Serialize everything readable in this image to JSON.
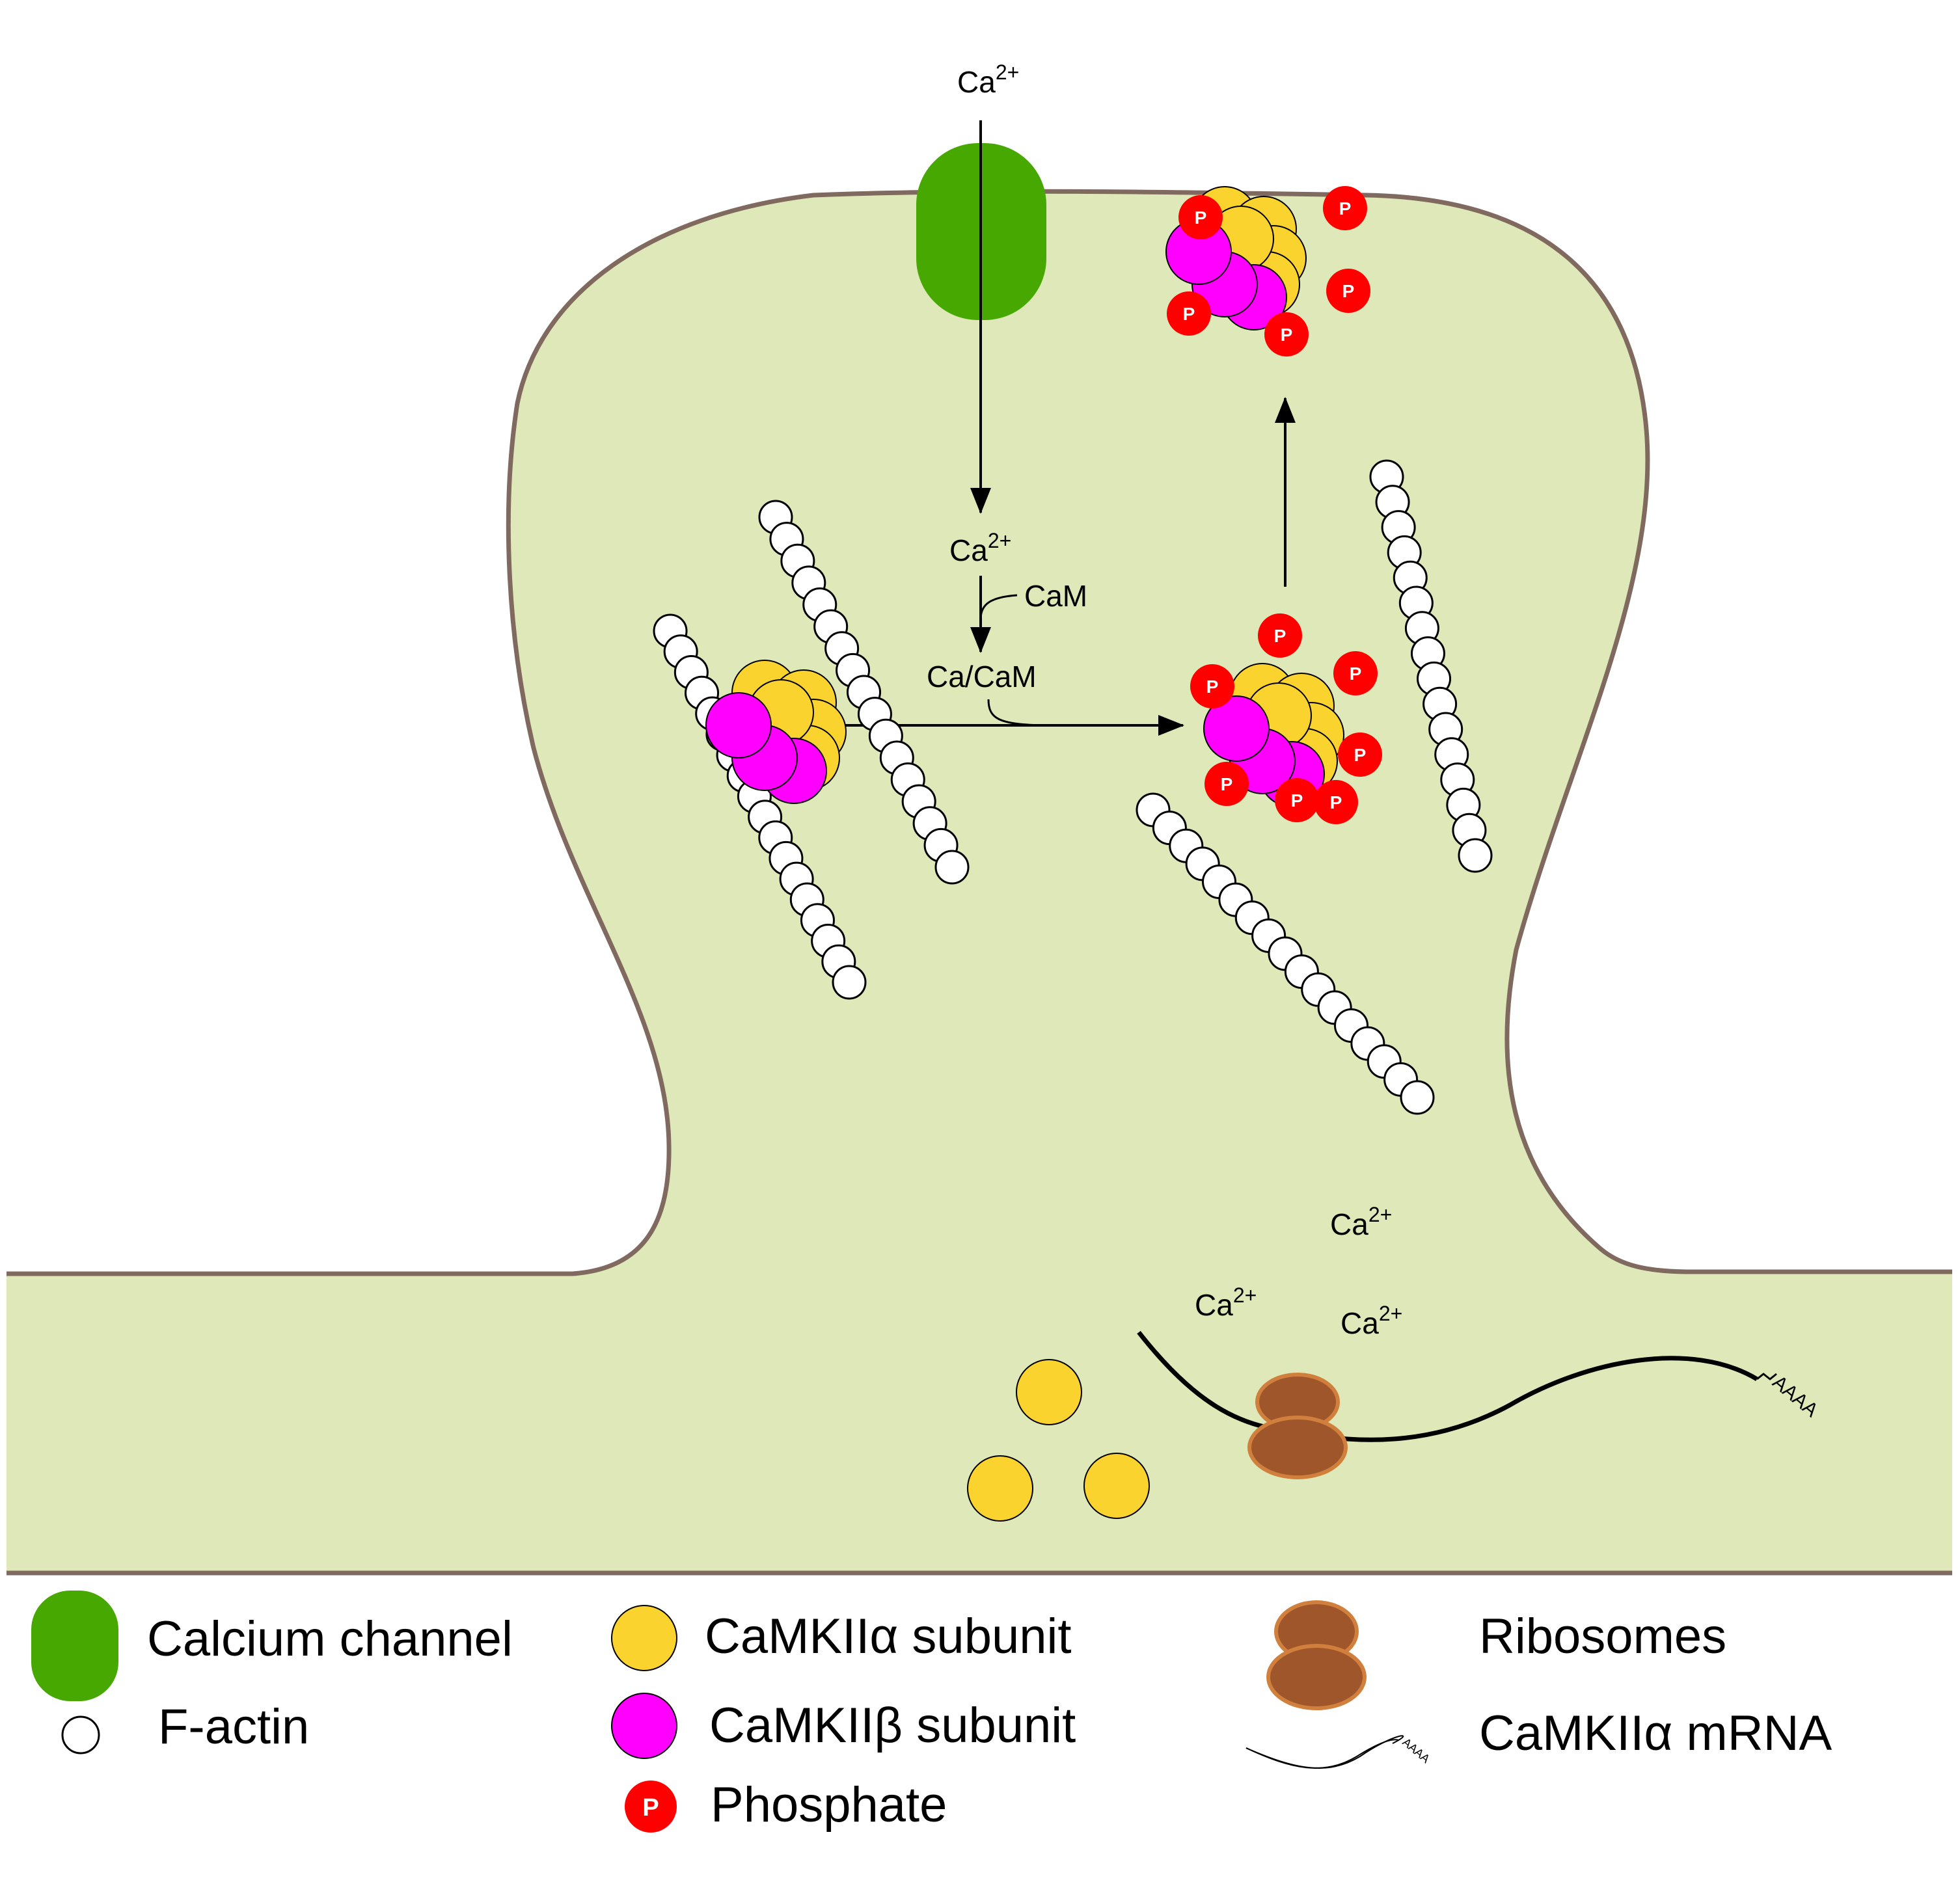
{
  "diagram": {
    "labels": {
      "ca_outside": {
        "base": "Ca",
        "sup": "2+"
      },
      "ca_inside": {
        "base": "Ca",
        "sup": "2+"
      },
      "cam": "CaM",
      "ca_cam": "Ca/CaM",
      "ca_free_1": {
        "base": "Ca",
        "sup": "2+"
      },
      "ca_free_2": {
        "base": "Ca",
        "sup": "2+"
      },
      "ca_free_3": {
        "base": "Ca",
        "sup": "2+"
      },
      "phosphate_mark": "P",
      "poly_a": "AAAA"
    },
    "colors": {
      "cytoplasm": "#dfe8b8",
      "membrane": "#806a5f",
      "calcium_channel": "#46a800",
      "alpha_subunit": "#fbd32f",
      "beta_subunit": "#ff00ff",
      "phosphate": "#ff0000",
      "ribosome": "#a0562b",
      "ribosome_outline": "#d0803c",
      "f_actin": "#ffffff",
      "mrna": "#000000"
    }
  },
  "legend": {
    "calcium_channel": "Calcium channel",
    "f_actin": "F-actin",
    "alpha_subunit": "CaMKIIα subunit",
    "beta_subunit": "CaMKIIβ subunit",
    "phosphate": "Phosphate",
    "ribosomes": "Ribosomes",
    "mrna": "CaMKIIα mRNA"
  }
}
